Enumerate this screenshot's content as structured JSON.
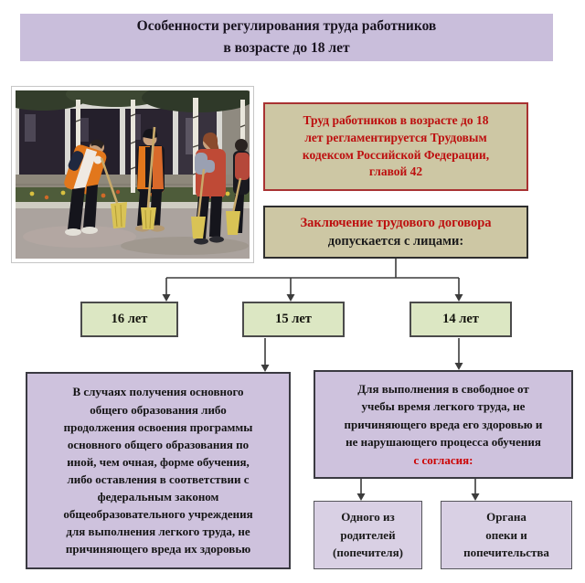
{
  "title": {
    "line1": "Особенности регулирования труда работников",
    "line2": "в возрасте до 18 лет"
  },
  "photo": {
    "label": "Подростки в оранжевых жилетах с мётлами подметают улицу у здания"
  },
  "law_box": {
    "text": "Труд работников в возрасте до 18\nлет регламентируется Трудовым\nкодексом Российской Федерации,\nглавой 42"
  },
  "contract_box": {
    "heading": "Заключение трудового договора",
    "subtext": "допускается с лицами:"
  },
  "ages": [
    {
      "label": "16 лет"
    },
    {
      "label": "15 лет"
    },
    {
      "label": "14 лет"
    }
  ],
  "case_16": {
    "text": "В случаях получения основного\nобщего образования либо\nпродолжения освоения программы\nосновного общего образования по\nиной, чем очная, форме обучения,\nлибо оставления в соответствии с\nфедеральным законом\nобщеобразовательного учреждения\nдля выполнения легкого труда, не\nпричиняющего вреда их здоровью"
  },
  "case_14": {
    "text": "Для выполнения в свободное от\nучебы время легкого труда, не\nпричиняющего вреда его здоровью и\nне нарушающего процесса обучения",
    "consent": "с согласия:"
  },
  "consent_options": [
    {
      "text": "Одного из\nродителей\n(попечителя)"
    },
    {
      "text": "Органа\nопеки и\nпопечительства"
    }
  ],
  "colors": {
    "title_bar_bg": "#c9bedb",
    "beige_box_bg": "#cdc7a4",
    "red_text": "#bd0f0f",
    "red_border": "#a83232",
    "green_box_bg": "#dce7c3",
    "purple_box_bg": "#cec2dd",
    "light_purple_box_bg": "#d9d0e4",
    "connector": "#3c3c3c"
  }
}
